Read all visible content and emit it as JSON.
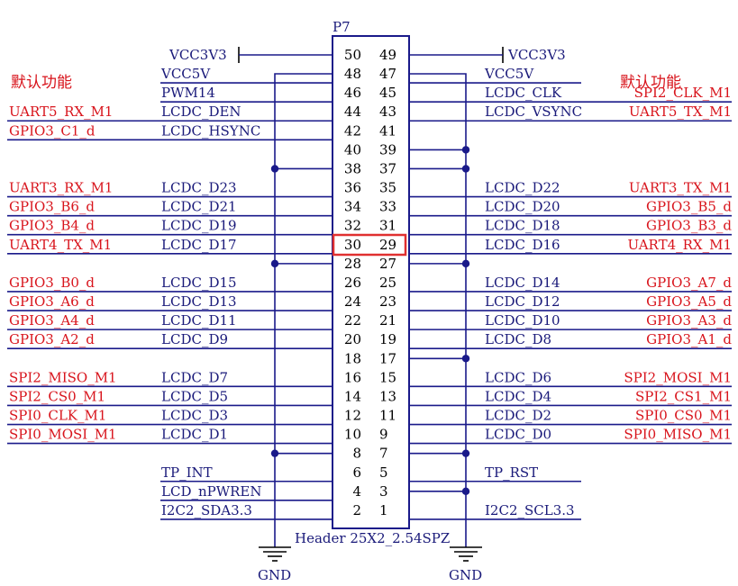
{
  "header": {
    "designator": "P7",
    "part_name": "Header 25X2_2.54SPZ",
    "highlighted_pins": [
      "30",
      "29"
    ]
  },
  "default_function_label": "默认功能",
  "power": {
    "left_vcc3v3": "VCC3V3",
    "right_vcc3v3": "VCC3V3",
    "gnd_left": "GND",
    "gnd_right": "GND"
  },
  "rows": [
    {
      "lp": "50",
      "rp": "49",
      "ln": "",
      "la": "",
      "rn": "",
      "ra": ""
    },
    {
      "lp": "48",
      "rp": "47",
      "ln": "VCC5V",
      "la": "",
      "rn": "VCC5V",
      "ra": ""
    },
    {
      "lp": "46",
      "rp": "45",
      "ln": "PWM14",
      "la": "",
      "rn": "LCDC_CLK",
      "ra": "SPI2_CLK_M1"
    },
    {
      "lp": "44",
      "rp": "43",
      "ln": "LCDC_DEN",
      "la": "UART5_RX_M1",
      "rn": "LCDC_VSYNC",
      "ra": "UART5_TX_M1"
    },
    {
      "lp": "42",
      "rp": "41",
      "ln": "LCDC_HSYNC",
      "la": "GPIO3_C1_d",
      "rn": "",
      "ra": ""
    },
    {
      "lp": "40",
      "rp": "39",
      "ln": "",
      "la": "",
      "rn": "",
      "ra": ""
    },
    {
      "lp": "38",
      "rp": "37",
      "ln": "",
      "la": "",
      "rn": "",
      "ra": ""
    },
    {
      "lp": "36",
      "rp": "35",
      "ln": "LCDC_D23",
      "la": "UART3_RX_M1",
      "rn": "LCDC_D22",
      "ra": "UART3_TX_M1"
    },
    {
      "lp": "34",
      "rp": "33",
      "ln": "LCDC_D21",
      "la": "GPIO3_B6_d",
      "rn": "LCDC_D20",
      "ra": "GPIO3_B5_d"
    },
    {
      "lp": "32",
      "rp": "31",
      "ln": "LCDC_D19",
      "la": "GPIO3_B4_d",
      "rn": "LCDC_D18",
      "ra": "GPIO3_B3_d"
    },
    {
      "lp": "30",
      "rp": "29",
      "ln": "LCDC_D17",
      "la": "UART4_TX_M1",
      "rn": "LCDC_D16",
      "ra": "UART4_RX_M1"
    },
    {
      "lp": "28",
      "rp": "27",
      "ln": "",
      "la": "",
      "rn": "",
      "ra": ""
    },
    {
      "lp": "26",
      "rp": "25",
      "ln": "LCDC_D15",
      "la": "GPIO3_B0_d",
      "rn": "LCDC_D14",
      "ra": "GPIO3_A7_d"
    },
    {
      "lp": "24",
      "rp": "23",
      "ln": "LCDC_D13",
      "la": "GPIO3_A6_d",
      "rn": "LCDC_D12",
      "ra": "GPIO3_A5_d"
    },
    {
      "lp": "22",
      "rp": "21",
      "ln": "LCDC_D11",
      "la": "GPIO3_A4_d",
      "rn": "LCDC_D10",
      "ra": "GPIO3_A3_d"
    },
    {
      "lp": "20",
      "rp": "19",
      "ln": "LCDC_D9",
      "la": "GPIO3_A2_d",
      "rn": "LCDC_D8",
      "ra": "GPIO3_A1_d"
    },
    {
      "lp": "18",
      "rp": "17",
      "ln": "",
      "la": "",
      "rn": "",
      "ra": ""
    },
    {
      "lp": "16",
      "rp": "15",
      "ln": "LCDC_D7",
      "la": "SPI2_MISO_M1",
      "rn": "LCDC_D6",
      "ra": "SPI2_MOSI_M1"
    },
    {
      "lp": "14",
      "rp": "13",
      "ln": "LCDC_D5",
      "la": "SPI2_CS0_M1",
      "rn": "LCDC_D4",
      "ra": "SPI2_CS1_M1"
    },
    {
      "lp": "12",
      "rp": "11",
      "ln": "LCDC_D3",
      "la": "SPI0_CLK_M1",
      "rn": "LCDC_D2",
      "ra": "SPI0_CS0_M1"
    },
    {
      "lp": "10",
      "rp": "9",
      "ln": "LCDC_D1",
      "la": "SPI0_MOSI_M1",
      "rn": "LCDC_D0",
      "ra": "SPI0_MISO_M1"
    },
    {
      "lp": "8",
      "rp": "7",
      "ln": "",
      "la": "",
      "rn": "",
      "ra": ""
    },
    {
      "lp": "6",
      "rp": "5",
      "ln": "TP_INT",
      "la": "",
      "rn": "TP_RST",
      "ra": ""
    },
    {
      "lp": "4",
      "rp": "3",
      "ln": "LCD_nPWREN",
      "la": "",
      "rn": "",
      "ra": ""
    },
    {
      "lp": "2",
      "rp": "1",
      "ln": "I2C2_SDA3.3",
      "la": "",
      "rn": "I2C2_SCL3.3",
      "ra": ""
    }
  ],
  "colors": {
    "wire": "#1a1a8a",
    "net_label": "#1a1a7a",
    "alt_function": "#d8141c",
    "highlight": "#e03030"
  }
}
